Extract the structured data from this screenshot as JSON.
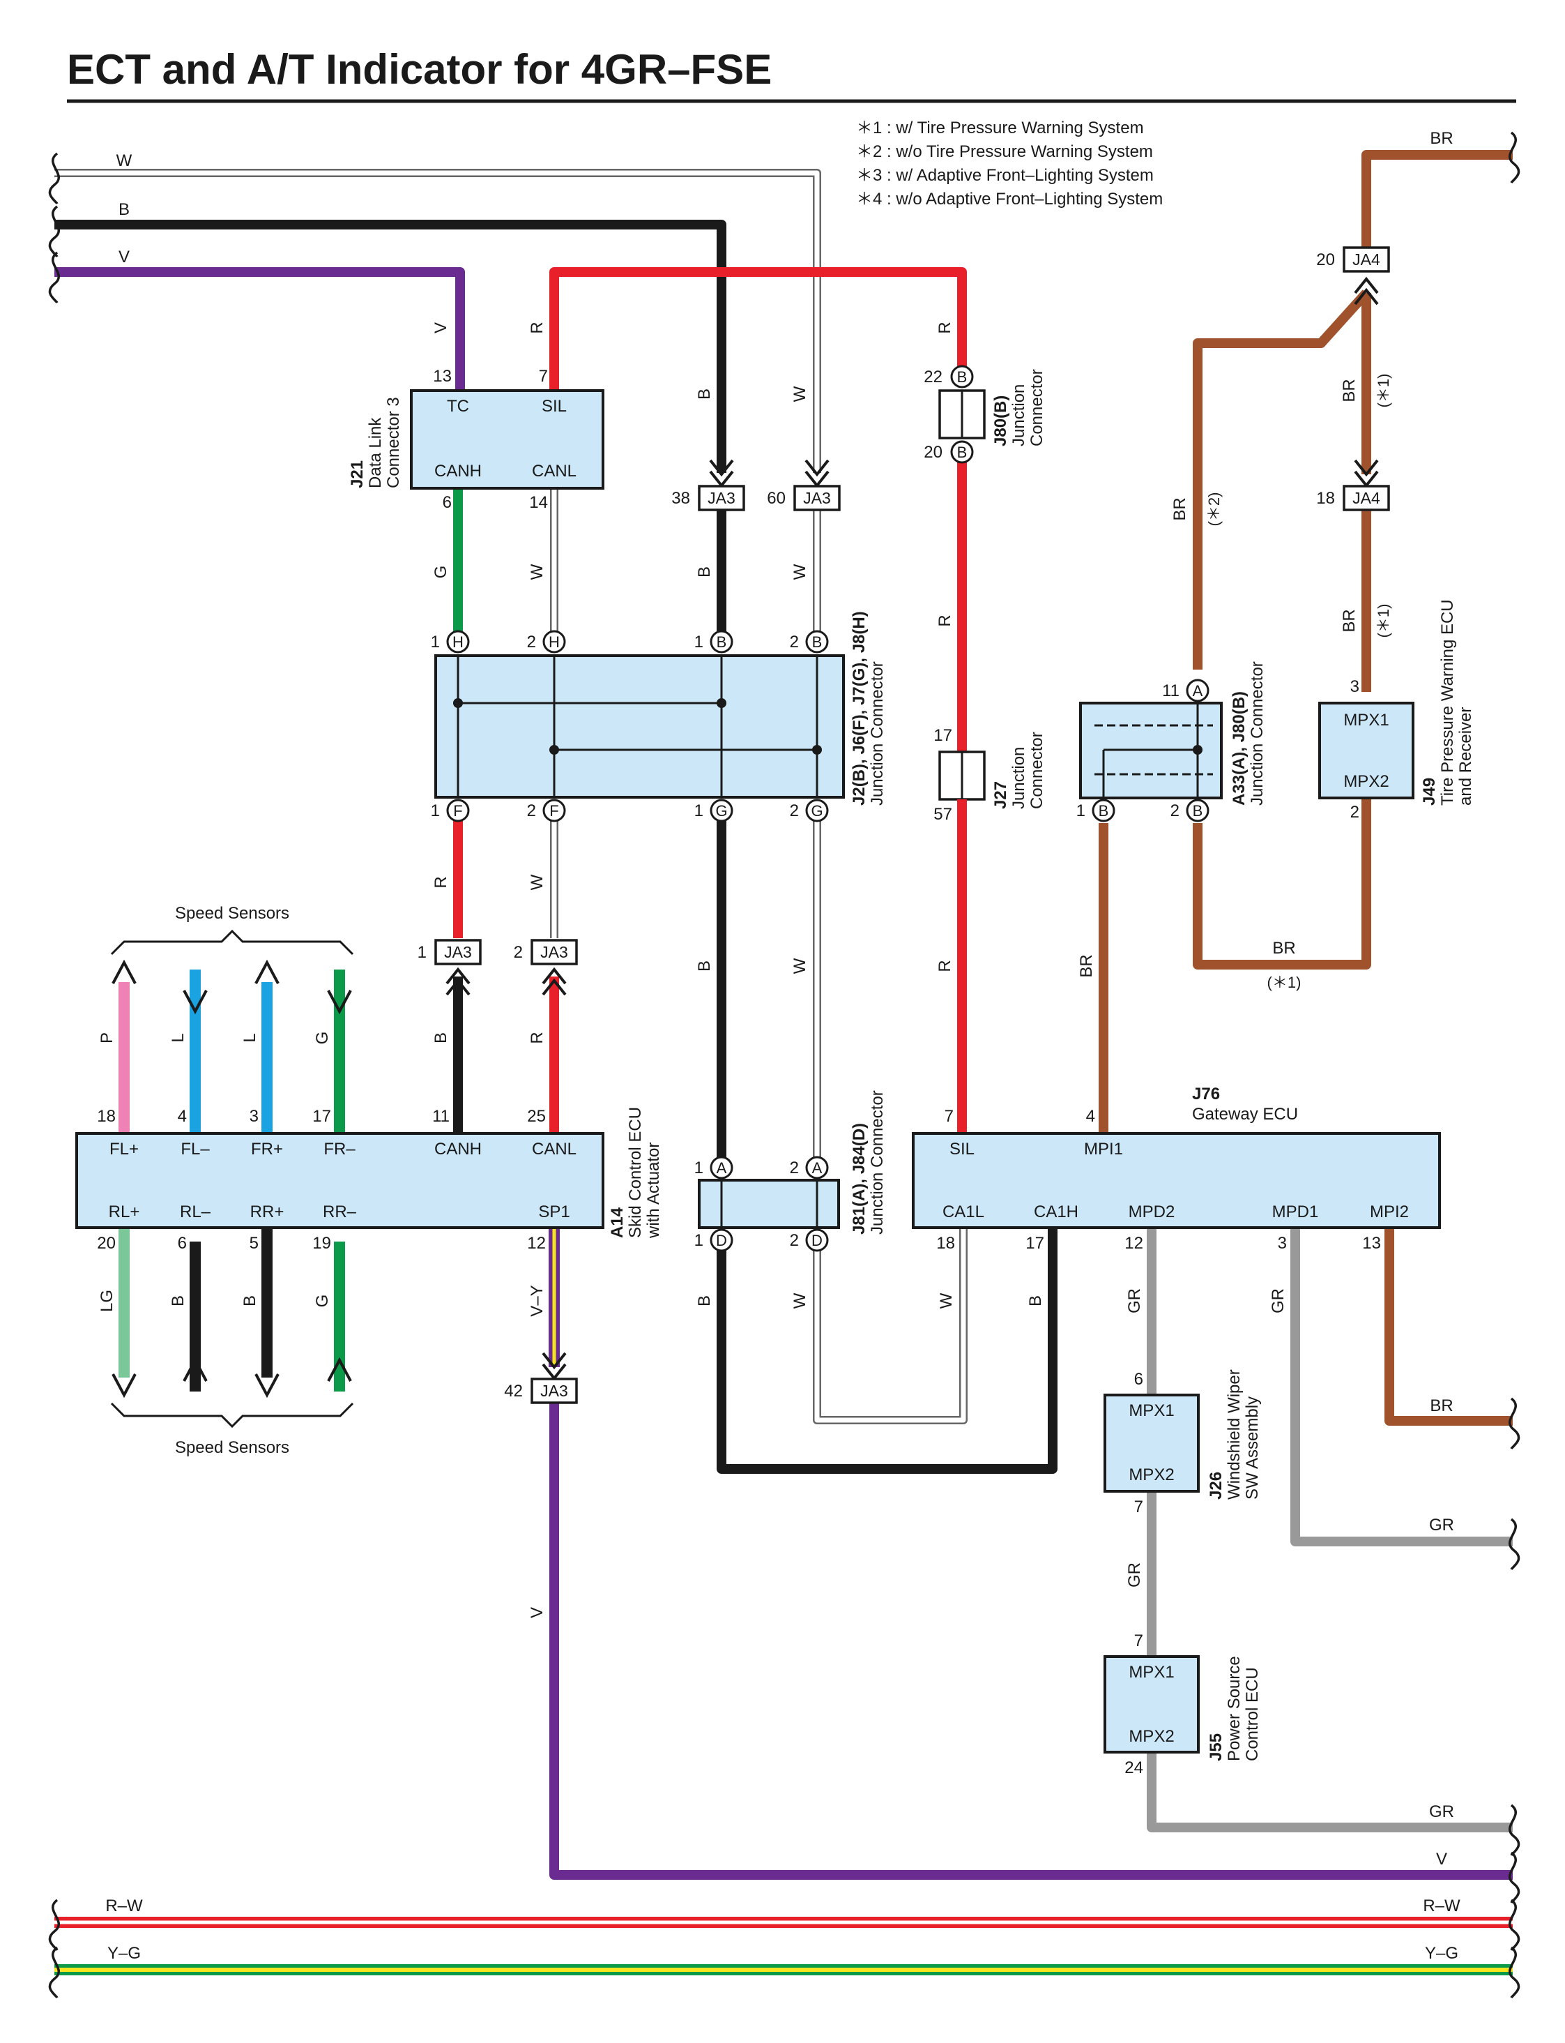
{
  "title": "ECT and A/T Indicator for 4GR–FSE",
  "notes": [
    "＊1 : w/ Tire Pressure Warning System",
    "＊2 : w/o Tire Pressure Warning System",
    "＊3 : w/ Adaptive Front–Lighting System",
    "＊4 : w/o Adaptive Front–Lighting System"
  ],
  "colors": {
    "W": "#ffffff",
    "B": "#1a1a1a",
    "V": "#6a2c91",
    "R": "#e8202a",
    "BR": "#a0522d",
    "G": "#0a9a4a",
    "GR": "#999999",
    "P": "#ee82b4",
    "L": "#1aa3e0",
    "LG": "#7cc79a",
    "Y": "#f5e51f",
    "box": "#cce8f8"
  },
  "wire_codes": {
    "W": "W",
    "B": "B",
    "V": "V",
    "R": "R",
    "BR": "BR",
    "G": "G",
    "GR": "GR",
    "P": "P",
    "L": "L",
    "LG": "LG",
    "VY": "V–Y",
    "RW": "R–W",
    "YG": "Y–G"
  },
  "conditions": {
    "c1": "(＊1)",
    "c2": "(＊2)"
  },
  "components": {
    "j21": {
      "code": "J21",
      "name_l1": "Data Link",
      "name_l2": "Connector 3",
      "t1": "TC",
      "t2": "SIL",
      "t3": "CANH",
      "t4": "CANL",
      "p1": "13",
      "p2": "7",
      "p3": "6",
      "p4": "14"
    },
    "j2": {
      "code": "J2(B), J6(F), J7(G), J8(H)",
      "name": "Junction Connector",
      "top": [
        "1",
        "H",
        "2",
        "H",
        "1",
        "B",
        "2",
        "B"
      ],
      "bot": [
        "1",
        "F",
        "2",
        "F",
        "1",
        "G",
        "2",
        "G"
      ]
    },
    "j80b": {
      "code": "J80(B)",
      "name_l1": "Junction",
      "name_l2": "Connector",
      "p1": "22",
      "l1": "B",
      "p2": "20",
      "l2": "B"
    },
    "j27": {
      "code": "J27",
      "name_l1": "Junction",
      "name_l2": "Connector",
      "p1": "17",
      "p2": "57"
    },
    "a33": {
      "code": "A33(A), J80(B)",
      "name": "Junction Connector",
      "top_pin": "11",
      "top_letter": "A",
      "b1": "1",
      "b1l": "B",
      "b2": "2",
      "b2l": "B"
    },
    "j49": {
      "code": "J49",
      "name_l1": "Tire Pressure Warning ECU",
      "name_l2": "and Receiver",
      "t1": "MPX1",
      "t2": "MPX2",
      "p1": "3",
      "p2": "2"
    },
    "a14": {
      "code": "A14",
      "name_l1": "Skid Control ECU",
      "name_l2": "with Actuator",
      "top_terms": [
        "FL+",
        "FL–",
        "FR+",
        "FR–",
        "CANH",
        "CANL"
      ],
      "top_pins": [
        "18",
        "4",
        "3",
        "17",
        "11",
        "25"
      ],
      "bot_terms": [
        "RL+",
        "RL–",
        "RR+",
        "RR–",
        "SP1"
      ],
      "bot_pins": [
        "20",
        "6",
        "5",
        "19",
        "12"
      ]
    },
    "j81": {
      "code": "J81(A), J84(D)",
      "name": "Junction Connector",
      "top": [
        "1",
        "A",
        "2",
        "A"
      ],
      "bot": [
        "1",
        "D",
        "2",
        "D"
      ]
    },
    "j76": {
      "code": "J76",
      "name": "Gateway ECU",
      "top_terms": [
        "SIL",
        "MPI1"
      ],
      "top_pins": [
        "7",
        "4"
      ],
      "bot_terms": [
        "CA1L",
        "CA1H",
        "MPD2",
        "MPD1",
        "MPI2"
      ],
      "bot_pins": [
        "18",
        "17",
        "12",
        "3",
        "13"
      ]
    },
    "j26": {
      "code": "J26",
      "name_l1": "Windshield Wiper",
      "name_l2": "SW Assembly",
      "t1": "MPX1",
      "t2": "MPX2",
      "p1": "6",
      "p2": "7"
    },
    "j55": {
      "code": "J55",
      "name_l1": "Power Source",
      "name_l2": "Control ECU",
      "t1": "MPX1",
      "t2": "MPX2",
      "p1": "7",
      "p2": "24"
    }
  },
  "connectors": {
    "ja3": "JA3",
    "ja4": "JA4",
    "ja3_38": "38",
    "ja3_60": "60",
    "ja3_1": "1",
    "ja3_2": "2",
    "ja3_42": "42",
    "ja4_20": "20",
    "ja4_18": "18"
  },
  "speed_sensors": "Speed Sensors"
}
